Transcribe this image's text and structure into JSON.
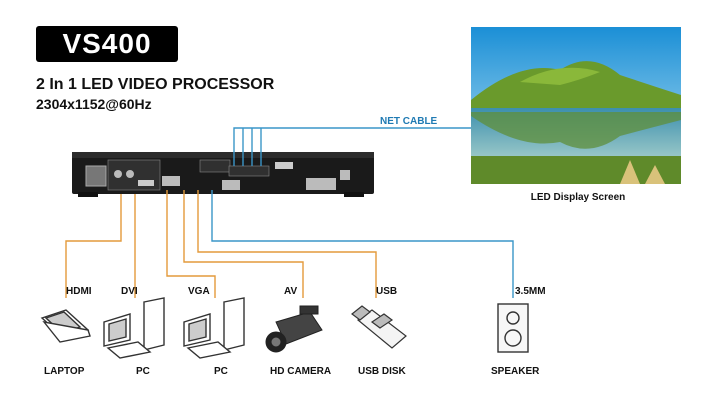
{
  "model": "VS400",
  "subtitle": "2 In 1 LED VIDEO PROCESSOR",
  "resolution": "2304x1152@60Hz",
  "net_cable_label": "NET CABLE",
  "display_label": "LED Display Screen",
  "inputs": [
    {
      "port": "HDMI",
      "device": "LAPTOP",
      "icon": "laptop-icon"
    },
    {
      "port": "DVI",
      "device": "PC",
      "icon": "desktop-pc-icon"
    },
    {
      "port": "VGA",
      "device": "PC",
      "icon": "desktop-pc-icon"
    },
    {
      "port": "AV",
      "device": "HD CAMERA",
      "icon": "video-camera-icon"
    },
    {
      "port": "USB",
      "device": "USB DISK",
      "icon": "usb-disk-icon"
    },
    {
      "port": "3.5MM",
      "device": "SPEAKER",
      "icon": "speaker-icon"
    }
  ],
  "colors": {
    "orange_wire": "#e39a3b",
    "blue_wire": "#3a96c8",
    "device_body": "#1a1a1a"
  }
}
